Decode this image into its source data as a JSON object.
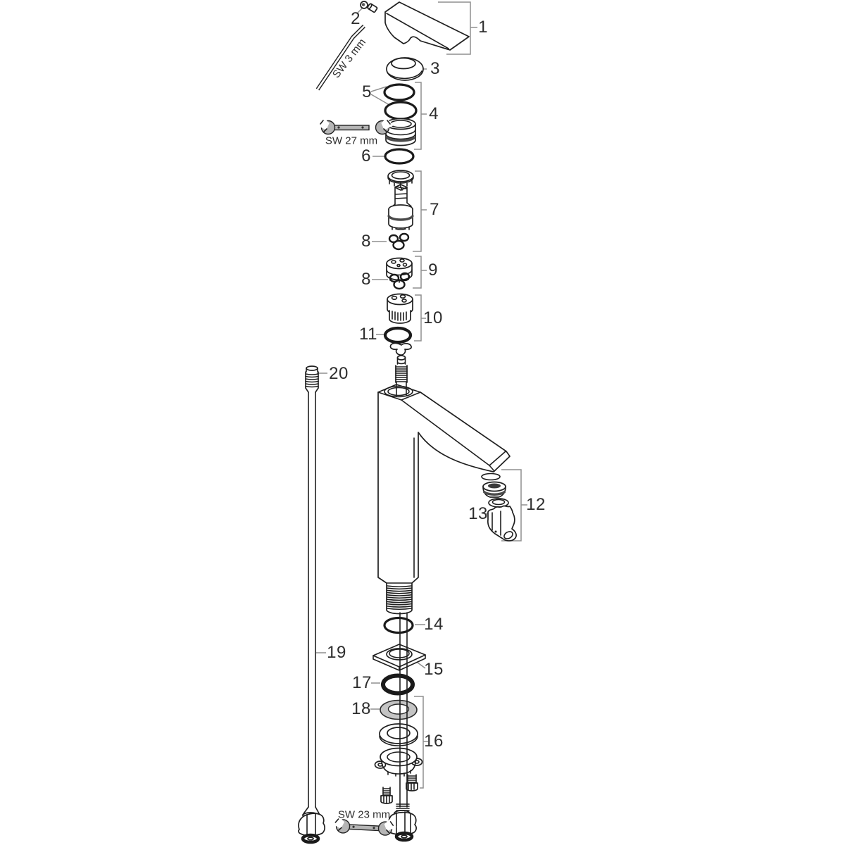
{
  "diagram": {
    "callouts": [
      {
        "id": "callout-1",
        "label": "1"
      },
      {
        "id": "callout-2",
        "label": "2"
      },
      {
        "id": "callout-3",
        "label": "3"
      },
      {
        "id": "callout-5",
        "label": "5"
      },
      {
        "id": "callout-4",
        "label": "4"
      },
      {
        "id": "callout-6",
        "label": "6"
      },
      {
        "id": "callout-7",
        "label": "7"
      },
      {
        "id": "callout-8a",
        "label": "8"
      },
      {
        "id": "callout-9",
        "label": "9"
      },
      {
        "id": "callout-8b",
        "label": "8"
      },
      {
        "id": "callout-10",
        "label": "10"
      },
      {
        "id": "callout-11",
        "label": "11"
      },
      {
        "id": "callout-20",
        "label": "20"
      },
      {
        "id": "callout-12",
        "label": "12"
      },
      {
        "id": "callout-13",
        "label": "13"
      },
      {
        "id": "callout-14",
        "label": "14"
      },
      {
        "id": "callout-19",
        "label": "19"
      },
      {
        "id": "callout-15",
        "label": "15"
      },
      {
        "id": "callout-17",
        "label": "17"
      },
      {
        "id": "callout-18",
        "label": "18"
      },
      {
        "id": "callout-16",
        "label": "16"
      }
    ],
    "tools": [
      {
        "id": "allen-key",
        "label": "SW 3 mm"
      },
      {
        "id": "wrench-27",
        "label": "SW 27 mm"
      },
      {
        "id": "wrench-23",
        "label": "SW 23 mm"
      }
    ]
  }
}
